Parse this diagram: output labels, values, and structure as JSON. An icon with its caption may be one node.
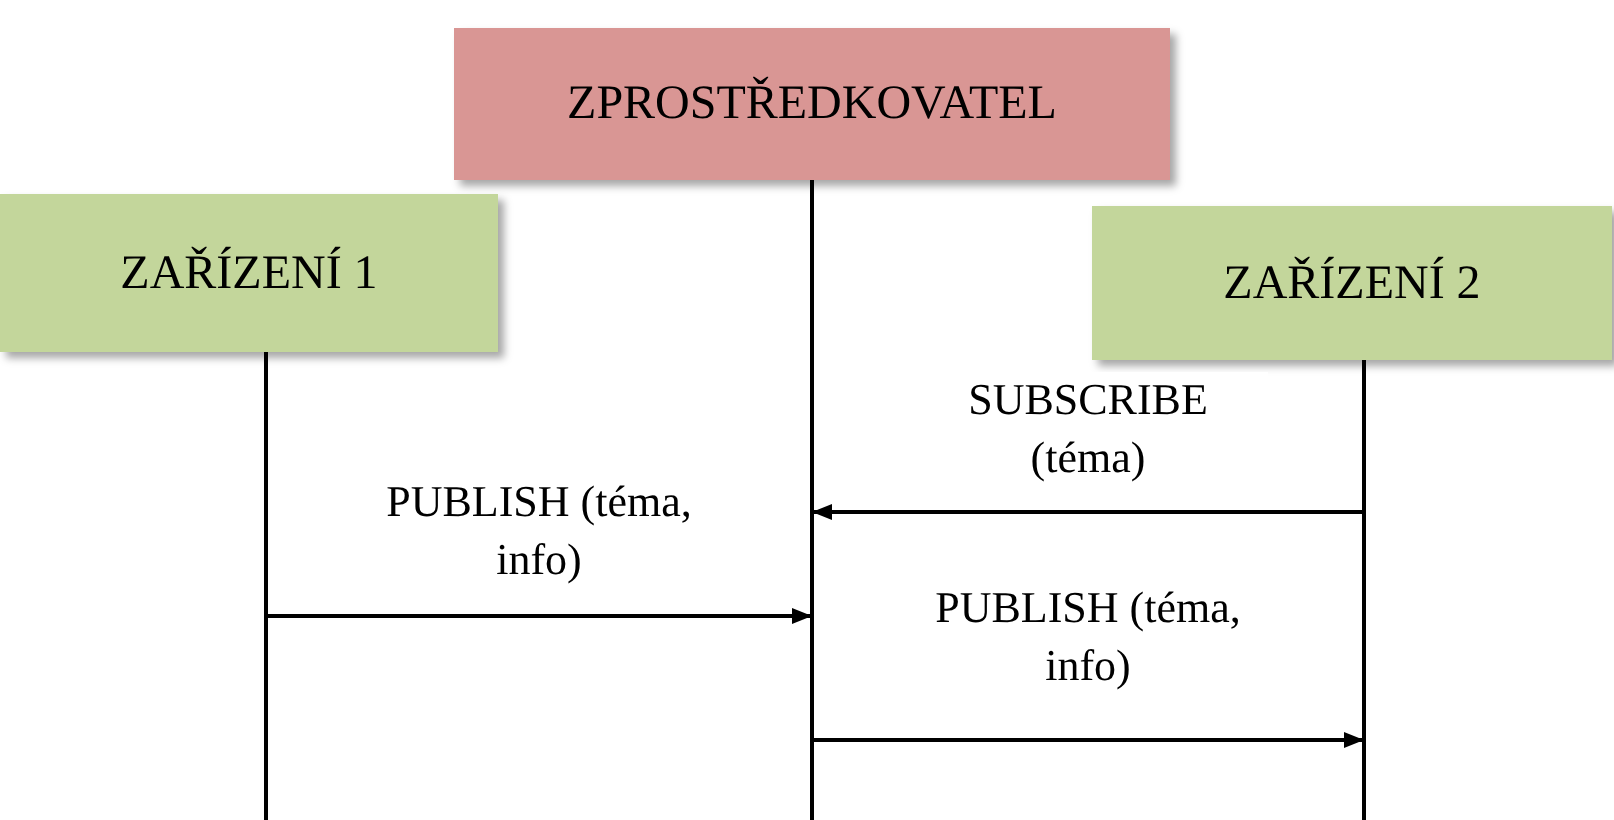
{
  "diagram": {
    "nodes": [
      {
        "text": [
          "ZPROSTŘEDKOVATEL"
        ]
      },
      {
        "text": [
          "ZAŘÍZENÍ 1"
        ]
      },
      {
        "text": [
          "ZAŘÍZENÍ 2"
        ]
      },
      {
        "text": [],
        "shape": "line"
      },
      {
        "text": [],
        "shape": "line"
      },
      {
        "text": [],
        "shape": "line"
      }
    ],
    "edges": [
      {
        "from": 5,
        "to": 4,
        "arrow": "to",
        "label": "SUBSCRIBE (téma)"
      },
      {
        "from": 3,
        "to": 4,
        "arrow": "to",
        "label": "PUBLISH (téma, info)"
      },
      {
        "from": 4,
        "to": 5,
        "arrow": "to",
        "label": "PUBLISH (téma, info)"
      }
    ]
  }
}
